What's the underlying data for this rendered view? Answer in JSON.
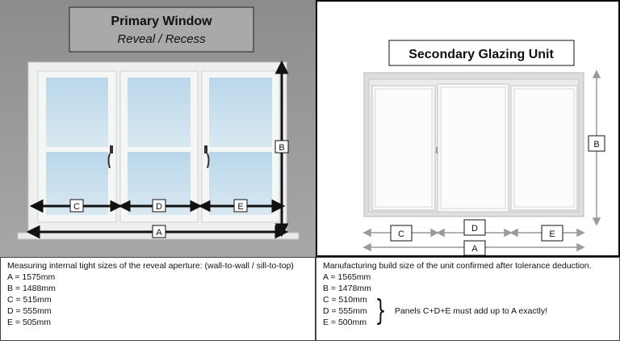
{
  "primary": {
    "title": "Primary Window",
    "subtitle": "Reveal / Recess",
    "labels": {
      "a": "A",
      "b": "B",
      "c": "C",
      "d": "D",
      "e": "E"
    }
  },
  "secondary": {
    "title": "Secondary Glazing Unit",
    "labels": {
      "a": "A",
      "b": "B",
      "c": "C",
      "d": "D",
      "e": "E"
    }
  },
  "left_text": {
    "intro": "Measuring internal tight sizes of the reveal aperture: (wall-to-wall / sill-to-top)",
    "lines": [
      "A = 1575mm",
      "B = 1488mm",
      "C = 515mm",
      "D = 555mm",
      "E = 505mm"
    ]
  },
  "right_text": {
    "intro": "Manufacturing build size of the unit confirmed after tolerance deduction.",
    "lines": [
      "A = 1565mm",
      "B = 1478mm",
      "C = 510mm",
      "D = 555mm",
      "E = 500mm"
    ],
    "note": "Panels C+D+E must add up to A exactly!"
  },
  "colors": {
    "wall": "#8e8e90",
    "glass": "#c6dfee",
    "frame": "#f1f2f2",
    "arrow_dark": "#111111",
    "arrow_grey": "#9a9a9a"
  }
}
